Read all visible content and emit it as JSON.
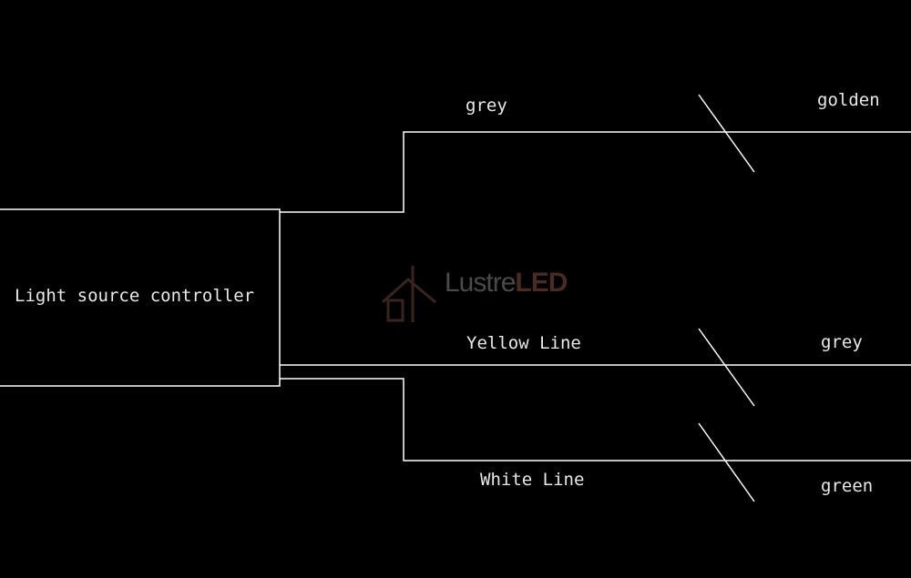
{
  "controller": {
    "label": "Light source controller"
  },
  "wires": [
    {
      "label": "grey",
      "end_label": "golden"
    },
    {
      "label": "Yellow Line",
      "end_label": "grey"
    },
    {
      "label": "White Line",
      "end_label": "green"
    }
  ],
  "watermark": {
    "brand_part1": "Lustre",
    "brand_part2": "LED"
  },
  "colors": {
    "line": "#ffffff",
    "text": "#e8e8e8",
    "background": "#000000",
    "watermark1": "#4a4a4a",
    "watermark2": "#4a2a22"
  }
}
